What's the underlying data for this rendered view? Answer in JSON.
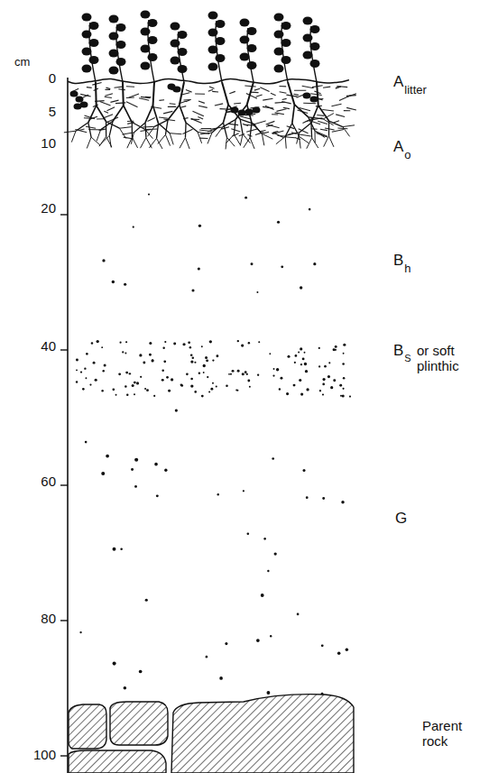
{
  "diagram": {
    "labels": [
      "cm",
      "0",
      "5",
      "10",
      "20",
      "40",
      "60",
      "80",
      "100",
      "A",
      "litter",
      "A",
      "o",
      "B",
      "h",
      "B",
      "S",
      "or soft plinthic",
      "G",
      "Parent rock"
    ]
  }
}
